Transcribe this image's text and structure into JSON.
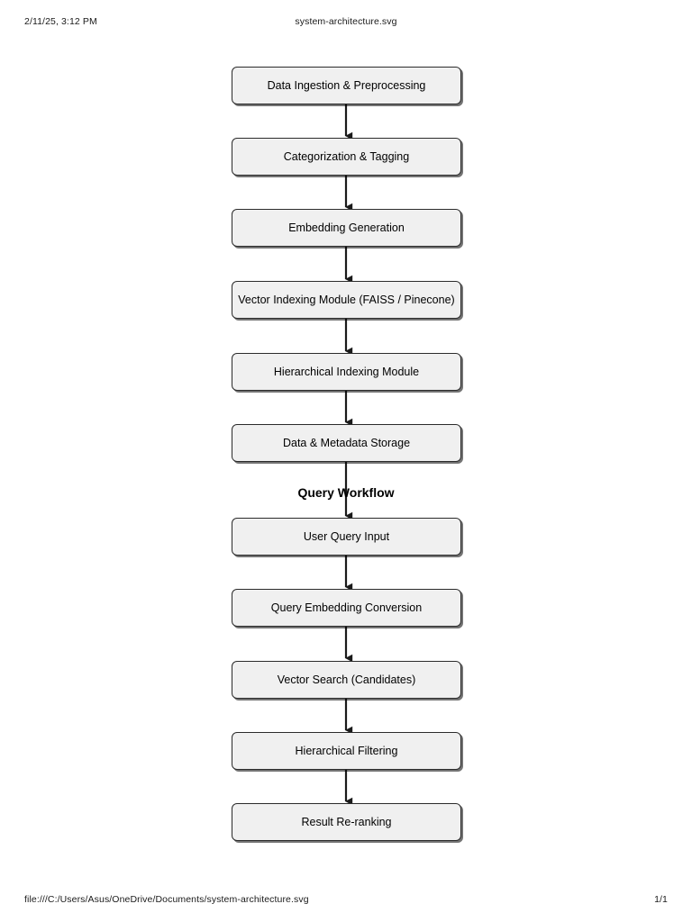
{
  "page": {
    "header": {
      "date_time": "2/11/25, 3:12 PM",
      "document_title": "system-architecture.svg"
    },
    "footer": {
      "file_url": "file:///C:/Users/Asus/OneDrive/Documents/system-architecture.svg",
      "page_number": "1/1"
    }
  },
  "diagram": {
    "type": "flowchart",
    "orientation": "vertical-top-to-bottom",
    "colors": {
      "node_fill": "#f0f0f0",
      "node_border": "#2b2b2b",
      "connector": "#1a1a1a",
      "text": "#000000",
      "page_background": "#ffffff"
    },
    "section_labels": [
      {
        "id": "query-workflow",
        "text": "Query Workflow",
        "after_node_index": 5
      }
    ],
    "nodes": [
      {
        "id": "data-ingestion-preprocessing",
        "label": "Data Ingestion & Preprocessing"
      },
      {
        "id": "categorization-tagging",
        "label": "Categorization & Tagging"
      },
      {
        "id": "embedding-generation",
        "label": "Embedding Generation"
      },
      {
        "id": "vector-indexing-module",
        "label": "Vector Indexing Module (FAISS / Pinecone)"
      },
      {
        "id": "hierarchical-indexing-module",
        "label": "Hierarchical Indexing Module"
      },
      {
        "id": "data-metadata-storage",
        "label": "Data & Metadata Storage"
      },
      {
        "id": "user-query-input",
        "label": "User Query Input"
      },
      {
        "id": "query-embedding-conversion",
        "label": "Query Embedding Conversion"
      },
      {
        "id": "vector-search-candidates",
        "label": "Vector Search (Candidates)"
      },
      {
        "id": "hierarchical-filtering",
        "label": "Hierarchical Filtering"
      },
      {
        "id": "result-re-ranking",
        "label": "Result Re-ranking"
      }
    ],
    "edges": [
      {
        "from": "data-ingestion-preprocessing",
        "to": "categorization-tagging"
      },
      {
        "from": "categorization-tagging",
        "to": "embedding-generation"
      },
      {
        "from": "embedding-generation",
        "to": "vector-indexing-module"
      },
      {
        "from": "vector-indexing-module",
        "to": "hierarchical-indexing-module"
      },
      {
        "from": "hierarchical-indexing-module",
        "to": "data-metadata-storage"
      },
      {
        "from": "data-metadata-storage",
        "to": "user-query-input"
      },
      {
        "from": "user-query-input",
        "to": "query-embedding-conversion"
      },
      {
        "from": "query-embedding-conversion",
        "to": "vector-search-candidates"
      },
      {
        "from": "vector-search-candidates",
        "to": "hierarchical-filtering"
      },
      {
        "from": "hierarchical-filtering",
        "to": "result-re-ranking"
      }
    ]
  }
}
